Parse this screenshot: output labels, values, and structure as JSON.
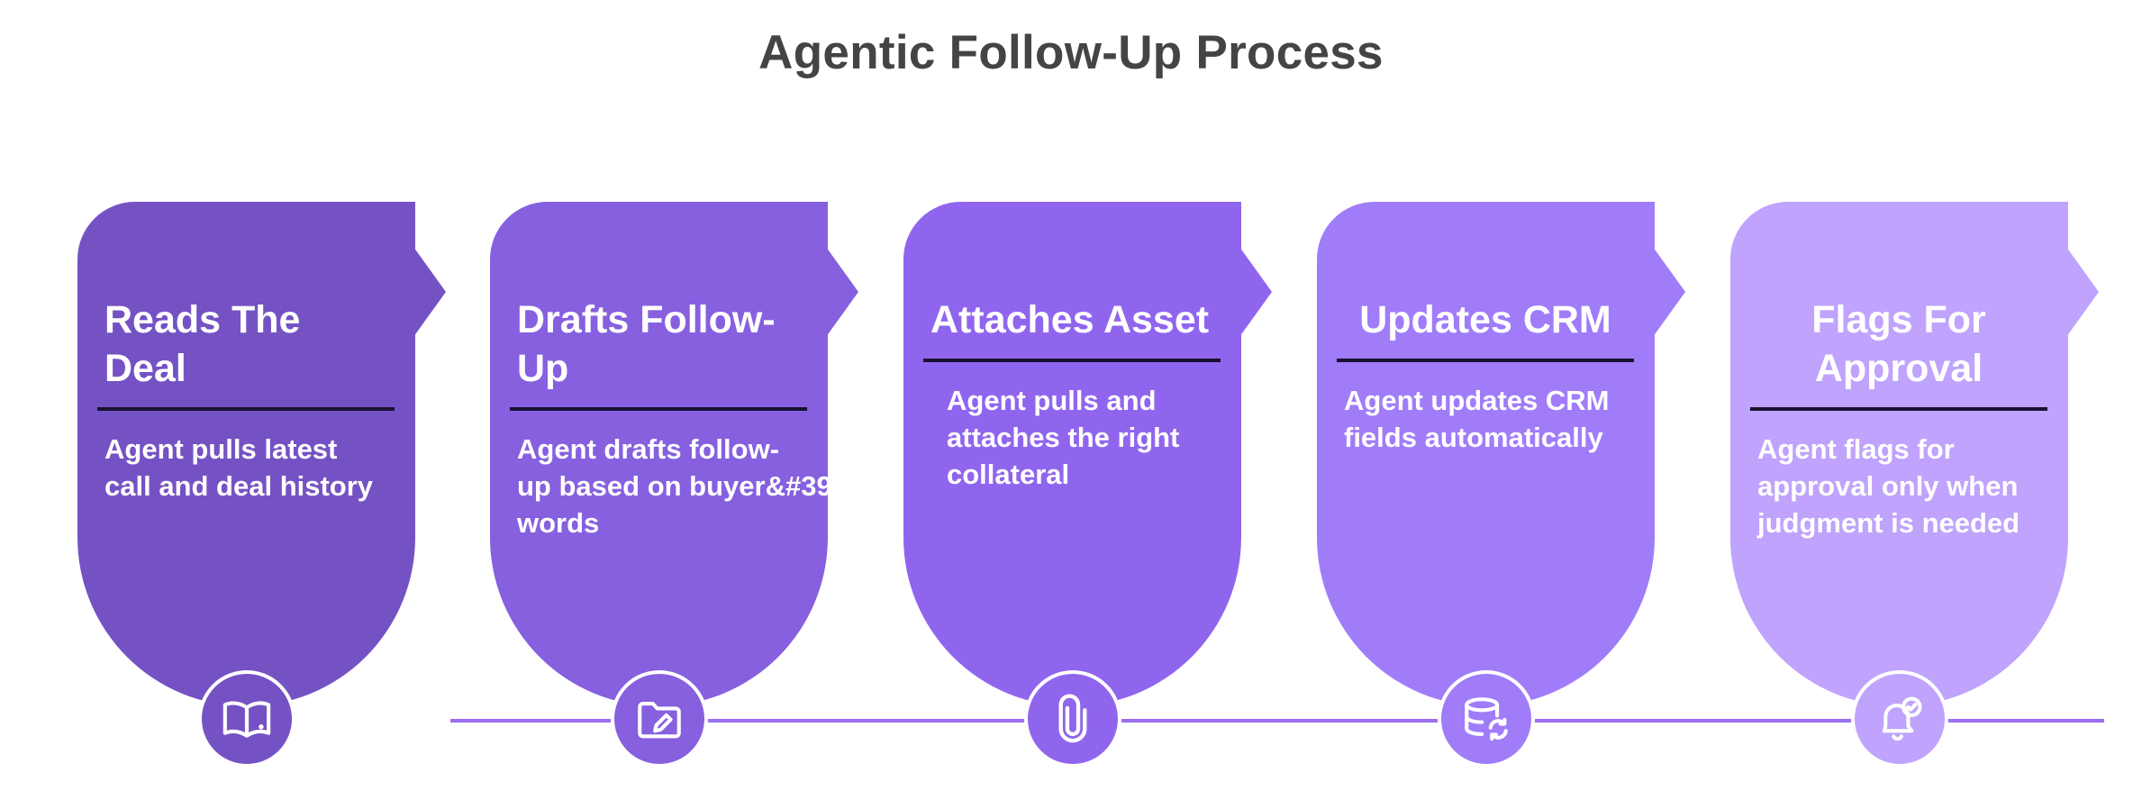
{
  "title": "Agentic Follow-Up Process",
  "colors": {
    "connector": "#9B6FF2",
    "title": "#444444",
    "rule": "#161230",
    "text": "#FFFFFF"
  },
  "steps": [
    {
      "title": "Reads The Deal",
      "description": [
        "Agent pulls latest",
        "call and deal history"
      ],
      "icon": "open-book-icon",
      "color": "#7552C4"
    },
    {
      "title": "Drafts Follow-Up",
      "description": [
        "Agent drafts follow-",
        "up based on buyer&#39",
        "words"
      ],
      "icon": "folder-edit-icon",
      "color": "#8660DF"
    },
    {
      "title": "Attaches Asset",
      "description": [
        "Agent pulls and",
        "attaches the right",
        "collateral"
      ],
      "icon": "paperclip-icon",
      "color": "#9065EE"
    },
    {
      "title": "Updates CRM",
      "description": [
        "Agent updates CRM",
        "fields automatically"
      ],
      "icon": "database-sync-icon",
      "color": "#A07CF9"
    },
    {
      "title": "Flags For Approval",
      "description": [
        "Agent flags for",
        "approval only when",
        "judgment is needed"
      ],
      "icon": "bell-check-icon",
      "color": "#BFA3FC"
    }
  ]
}
